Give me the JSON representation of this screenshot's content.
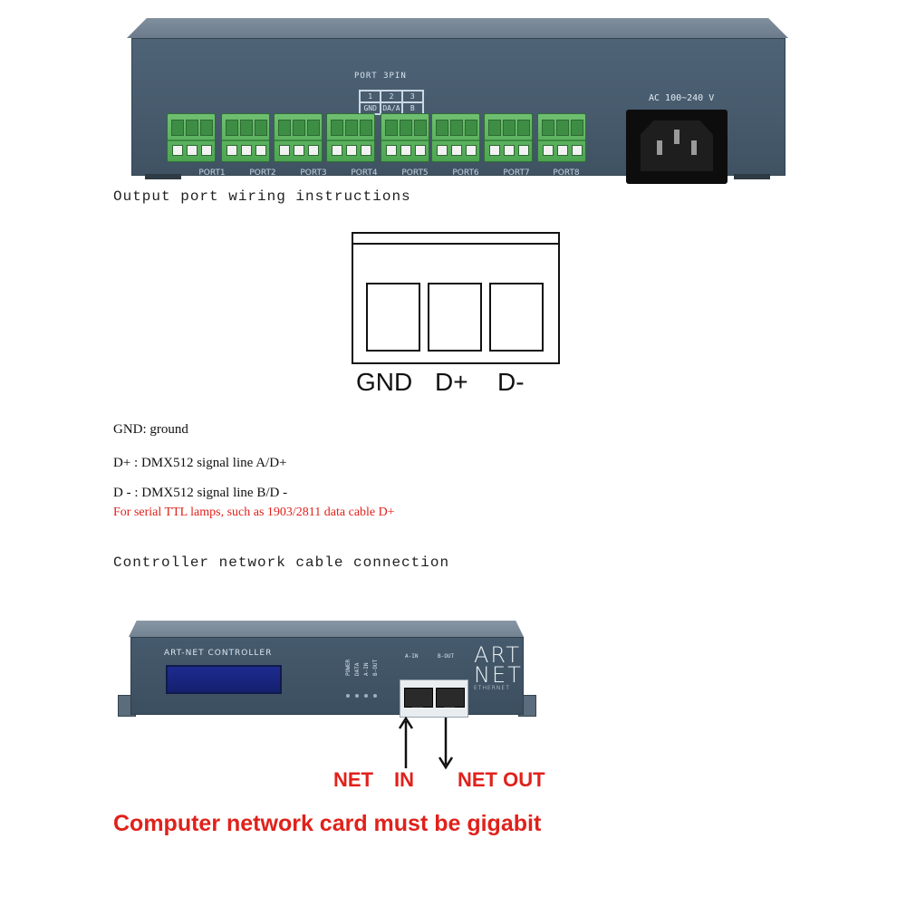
{
  "rear_panel": {
    "port_header": "PORT  3PIN",
    "pin_numbers": [
      "1",
      "2",
      "3"
    ],
    "pin_names": [
      "GND",
      "DA/A",
      "B"
    ],
    "ports": [
      "PORT1",
      "PORT2",
      "PORT3",
      "PORT4",
      "PORT5",
      "PORT6",
      "PORT7",
      "PORT8"
    ],
    "power_label": "AC 100~240 V"
  },
  "section1_title": "Output port wiring instructions",
  "connector": {
    "labels": [
      "GND",
      "D+",
      "D-"
    ]
  },
  "legend": {
    "gnd": "GND: ground",
    "dplus": "D+ : DMX512 signal line A/D+",
    "dminus": "D - : DMX512 signal line B/D -",
    "ttl_note": "For serial TTL lamps, such as 1903/2811 data cable D+"
  },
  "section2_title": "Controller network cable connection",
  "front_panel": {
    "title": "ART-NET CONTROLLER",
    "leds": [
      "POWER",
      "DATA",
      "A-IN",
      "B-OUT"
    ],
    "rj45": [
      "A-IN",
      "B-OUT"
    ],
    "logo_line1": "ART",
    "logo_line2": "NET",
    "logo_sub": "ETHERNET"
  },
  "arrows": {
    "net_in": [
      "NET",
      "IN"
    ],
    "net_out": "NET OUT"
  },
  "notice": "Computer network card must be gigabit",
  "colors": {
    "accent_red": "#e0211b",
    "terminal_green": "#4da552",
    "panel_blue": "#465a6c"
  }
}
